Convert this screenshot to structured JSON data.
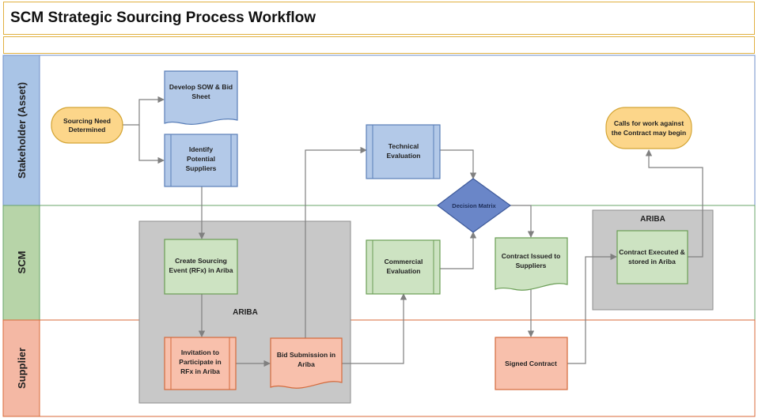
{
  "title": "SCM Strategic Sourcing Process Workflow",
  "lanes": [
    {
      "id": "stakeholder",
      "label": "Stakeholder (Asset)",
      "color": "#a9c4e6"
    },
    {
      "id": "scm",
      "label": "SCM",
      "color": "#b7d4a8"
    },
    {
      "id": "supplier",
      "label": "Supplier",
      "color": "#f4b8a4"
    }
  ],
  "groups": {
    "ariba_main": "ARIBA",
    "ariba_contract": "ARIBA"
  },
  "nodes": {
    "sourcing_need": [
      "Sourcing Need",
      "Determined"
    ],
    "develop_sow": [
      "Develop SOW & Bid",
      "Sheet"
    ],
    "identify_suppliers": [
      "Identify",
      "Potential",
      "Suppliers"
    ],
    "create_event": [
      "Create Sourcing",
      "Event (RFx) in Ariba"
    ],
    "invitation": [
      "Invitation to",
      "Participate in",
      "RFx in Ariba"
    ],
    "bid_submission": [
      "Bid Submission in",
      "Ariba"
    ],
    "technical_eval": [
      "Technical",
      "Evaluation"
    ],
    "commercial_eval": [
      "Commercial",
      "Evaluation"
    ],
    "decision_matrix": [
      "Decision Matrix"
    ],
    "contract_issued": [
      "Contract Issued to",
      "Suppliers"
    ],
    "signed_contract": [
      "Signed Contract"
    ],
    "contract_executed": [
      "Contract Executed &",
      "stored in Ariba"
    ],
    "calls_for_work": [
      "Calls for work against",
      "the Contract may begin"
    ]
  },
  "colors": {
    "blue_fill": "#b3c9e8",
    "blue_stroke": "#5a7fb8",
    "green_fill": "#cde3c2",
    "green_stroke": "#6a9e55",
    "red_fill": "#f8c0ac",
    "red_stroke": "#d46a3c",
    "yellow_fill": "#fcd68a",
    "yellow_stroke": "#d4a535",
    "diamond_fill": "#6a86c8",
    "diamond_stroke": "#3e5a9a",
    "ariba_fill": "#c8c8c8",
    "ariba_stroke": "#8e8e8e",
    "arrow": "#808080"
  }
}
